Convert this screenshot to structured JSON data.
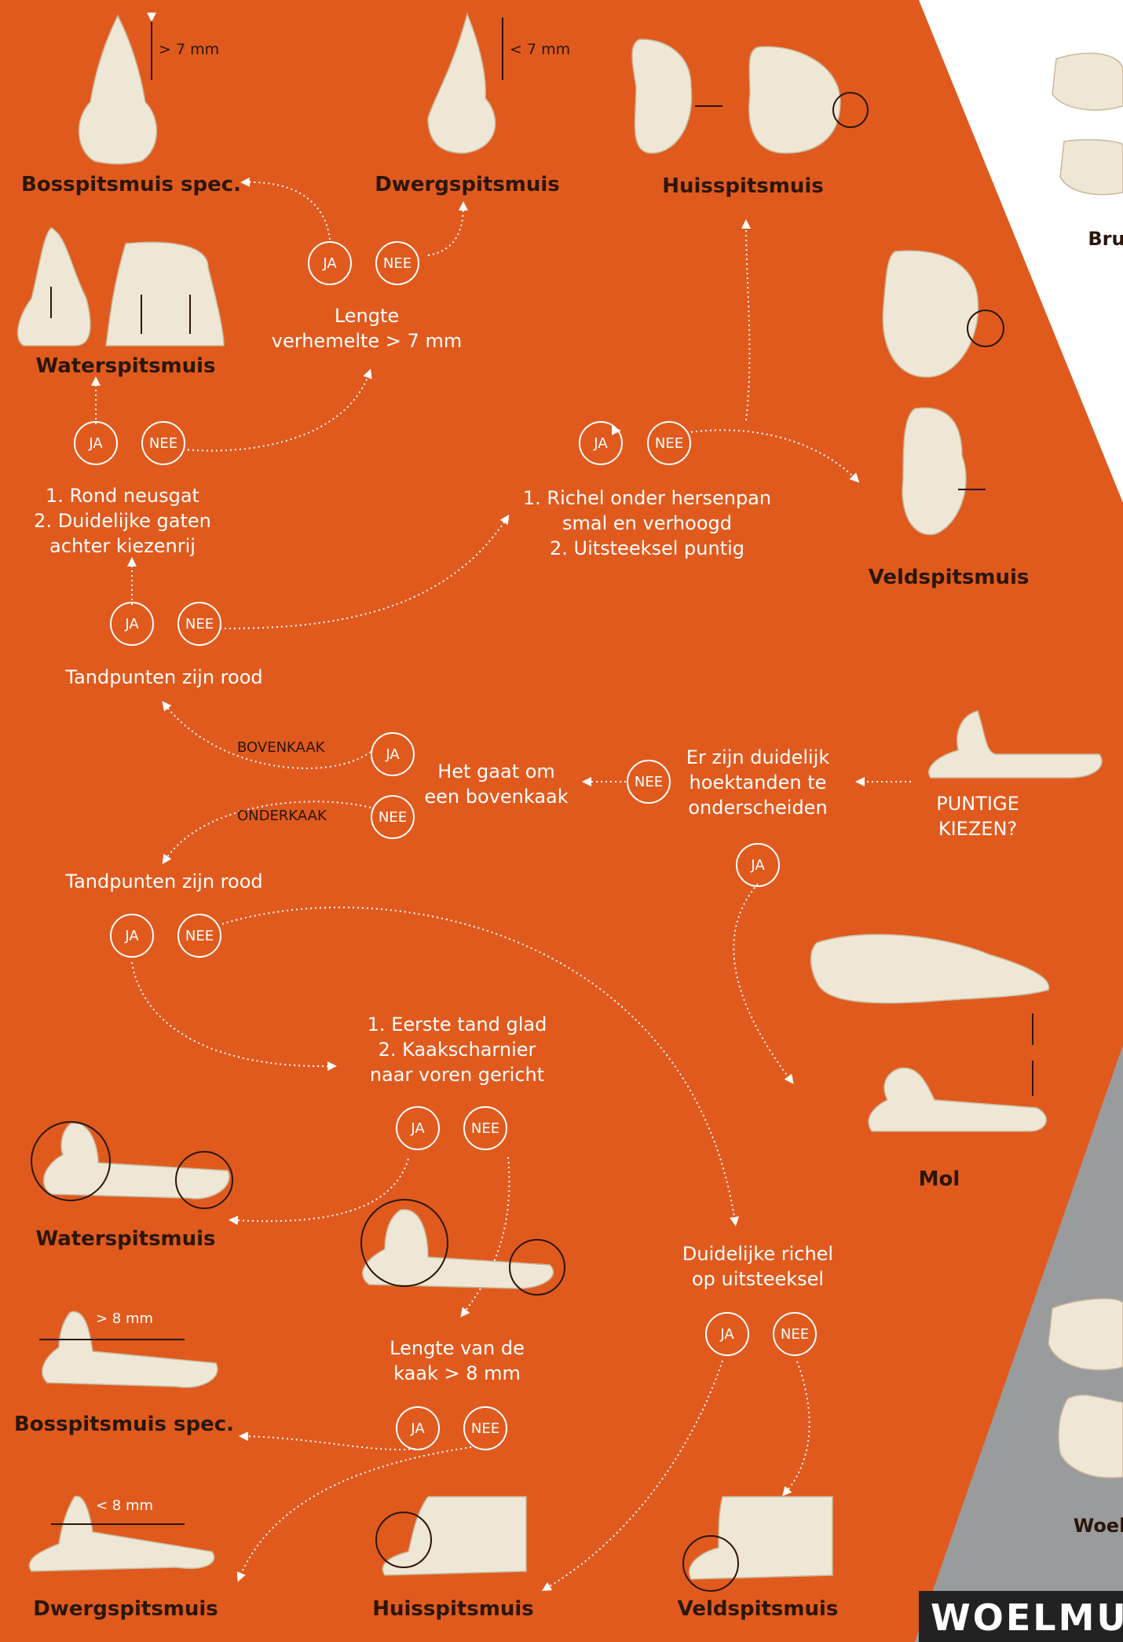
{
  "colors": {
    "orange": "#e05a1e",
    "grey": "#9a9b9d",
    "dark": "#2b1608",
    "white": "#ffffff",
    "bone": "#efe7d6"
  },
  "species": {
    "bosspitsmuis_top": "Bosspitsmuis spec.",
    "dwergspitsmuis_top": "Dwergspitsmuis",
    "huisspitsmuis_top": "Huisspitsmuis",
    "waterspitsmuis_top": "Waterspitsmuis",
    "veldspitsmuis_top": "Veldspitsmuis",
    "mol": "Mol",
    "waterspitsmuis_bottom": "Waterspitsmuis",
    "bosspitsmuis_bottom": "Bosspitsmuis spec.",
    "dwergspitsmuis_bottom": "Dwergspitsmuis",
    "huisspitsmuis_bottom": "Huisspitsmuis",
    "veldspitsmuis_bottom": "Veldspitsmuis",
    "bru_partial": "Bru",
    "woel_partial": "Woel",
    "banner_partial": "WOELMU"
  },
  "measures": {
    "gt7": "> 7 mm",
    "lt7": "< 7 mm",
    "gt8": "> 8 mm",
    "lt8": "< 8 mm"
  },
  "questions": {
    "lengte_verhemelte": [
      "Lengte",
      "verhemelte > 7 mm"
    ],
    "rond_neusgat": [
      "1. Rond neusgat",
      "2. Duidelijke gaten",
      "achter kiezenrij"
    ],
    "richel_hersenpan": [
      "1. Richel onder hersenpan",
      "smal en verhoogd",
      "2. Uitsteeksel puntig"
    ],
    "tandpunten_1": "Tandpunten zijn rood",
    "bovenkaak": [
      "Het gaat om",
      "een bovenkaak"
    ],
    "hoektanden": [
      "Er zijn duidelijk",
      "hoektanden te",
      "onderscheiden"
    ],
    "puntige_kiezen": [
      "PUNTIGE",
      "KIEZEN?"
    ],
    "tandpunten_2": "Tandpunten zijn rood",
    "eerste_tand": [
      "1. Eerste tand glad",
      "2. Kaakscharnier",
      "naar voren gericht"
    ],
    "richel_uitsteeksel": [
      "Duidelijke richel",
      "op uitsteeksel"
    ],
    "lengte_kaak": [
      "Lengte van de",
      "kaak > 8 mm"
    ]
  },
  "branch_labels": {
    "bovenkaak": "BOVENKAAK",
    "onderkaak": "ONDERKAAK"
  },
  "answers": {
    "yes": "JA",
    "no": "NEE"
  }
}
